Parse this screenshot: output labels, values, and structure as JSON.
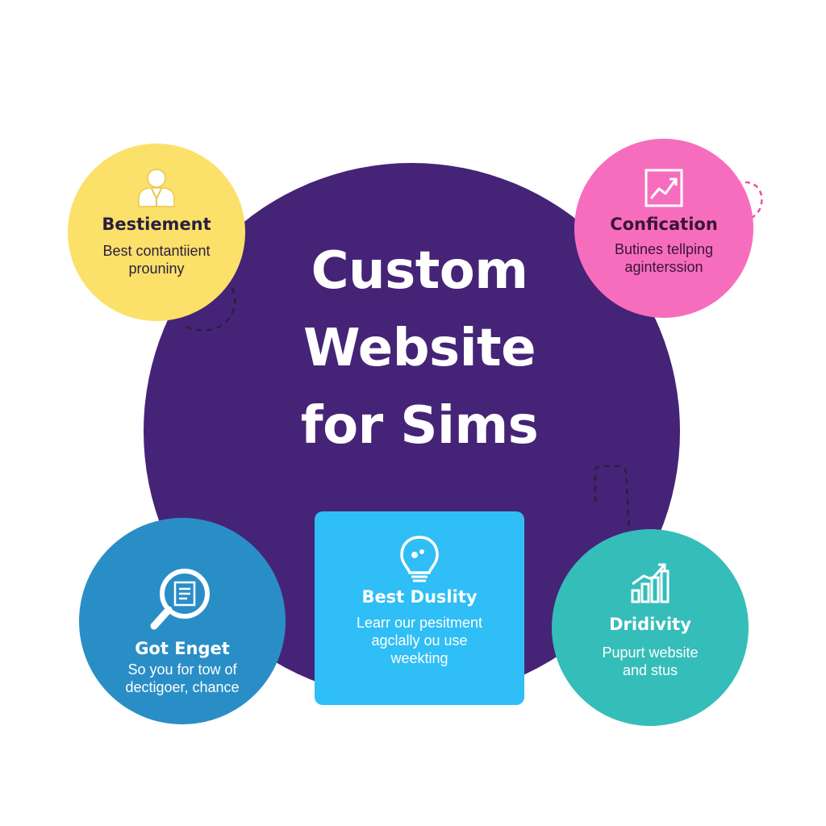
{
  "main_title": {
    "line1": "Custom",
    "line2": "Website",
    "line3": "for Sims"
  },
  "nodes": {
    "top_left": {
      "title": "Bestiement",
      "desc_line1": "Best contantiient",
      "desc_line2": "prouniny",
      "icon": "person-icon",
      "color": "#fbe06a"
    },
    "top_right": {
      "title": "Confication",
      "desc_line1": "Butines tellping",
      "desc_line2": "aginterssion",
      "icon": "trend-chart-icon",
      "color": "#f76dbe"
    },
    "bottom_left": {
      "title": "Got Enget",
      "desc_line1": "So you for tow of",
      "desc_line2": "dectigoer, chance",
      "icon": "magnifier-document-icon",
      "color": "#2a8ec6"
    },
    "bottom_center": {
      "title": "Best Duslity",
      "desc_line1": "Learr our pesitment",
      "desc_line2": "agclally ou use",
      "desc_line3": "weekting",
      "icon": "lightbulb-icon",
      "color": "#2fbef5"
    },
    "bottom_right": {
      "title": "Dridivity",
      "desc_line1": "Pupurt website",
      "desc_line2": "and stus",
      "icon": "bar-growth-icon",
      "color": "#35bdb9"
    }
  },
  "colors": {
    "center_circle": "#452477",
    "background": "#ffffff"
  }
}
